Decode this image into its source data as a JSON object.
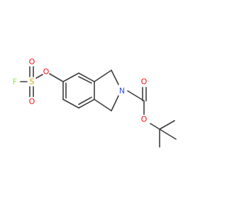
{
  "molecule": {
    "atoms": {
      "fluorine": {
        "label": "F",
        "color": "#90e050"
      },
      "sulfur": {
        "label": "S",
        "color": "#c8a800"
      },
      "oxygen_sulfonyl_top": {
        "label": "O",
        "color": "#ff0d0d"
      },
      "oxygen_sulfonyl_bottom": {
        "label": "O",
        "color": "#ff0d0d"
      },
      "oxygen_ester_aryl": {
        "label": "O",
        "color": "#ff0d0d"
      },
      "nitrogen": {
        "label": "N",
        "color": "#3050f8"
      },
      "oxygen_carbonyl": {
        "label": "O",
        "color": "#ff0d0d"
      },
      "oxygen_ester_tbu": {
        "label": "O",
        "color": "#ff0d0d"
      }
    },
    "bond_color": "#3d3d3d"
  }
}
